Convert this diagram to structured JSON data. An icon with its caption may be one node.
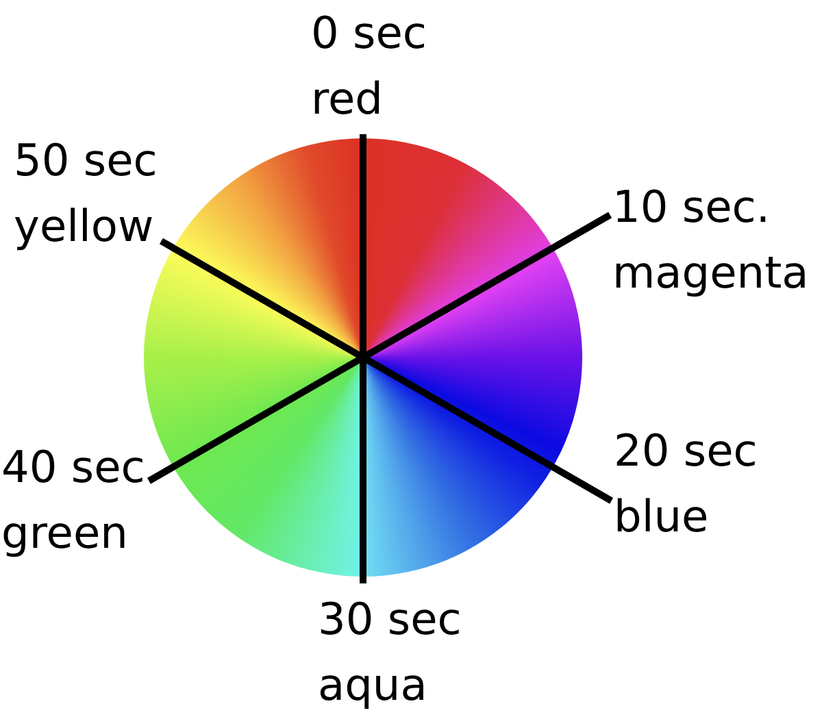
{
  "diagram": {
    "nodes": [
      {
        "text": [
          "0 sec red"
        ]
      },
      {
        "text": [
          "50 sec yellow"
        ]
      },
      {
        "text": [
          "10 sec. magenta"
        ]
      },
      {
        "text": [
          "40 sec green"
        ]
      },
      {
        "text": [
          "20 sec blue"
        ]
      },
      {
        "text": [
          "30 sec aqua"
        ]
      }
    ],
    "edges": [
      {
        "from": 0,
        "to": 5,
        "arrow": "none"
      },
      {
        "from": 1,
        "to": 4,
        "arrow": "none"
      },
      {
        "from": 2,
        "to": 3,
        "arrow": "none"
      }
    ]
  }
}
